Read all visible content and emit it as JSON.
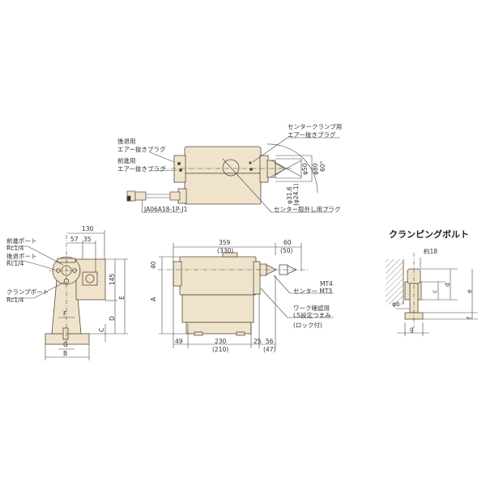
{
  "colors": {
    "body_fill": "#efe3cc",
    "line": "#5a4a3a",
    "dim_line": "#444444",
    "hatch": "#7a6a5a"
  },
  "top_view": {
    "labels": {
      "retract_label_1": "後退用",
      "retract_label_2": "エアー抜きプラグ",
      "advance_label_1": "前進用",
      "advance_label_2": "エアー抜きプラグ",
      "center_clamp_1": "センタークランプ用",
      "center_clamp_2": "エアー抜きプラグ",
      "center_removal": "センター取外し用プラグ",
      "connector": "JA06A18-1P-J1"
    },
    "dims": {
      "d50": "φ50",
      "d80": "φ80",
      "angle": "60°",
      "d31": "φ31.6",
      "d24": "(φ24.1)"
    }
  },
  "side_view": {
    "labels": {
      "advance_port_1": "前進ポート",
      "advance_port_2": "Rc1/4",
      "retract_port_1": "後退ポート",
      "retract_port_2": "Rc1/4",
      "clamp_port_1": "クランプポート",
      "clamp_port_2": "Rc1/4"
    },
    "dims": {
      "w130": "130",
      "w57": "57",
      "w35": "35",
      "h145": "145",
      "E": "E",
      "D": "D",
      "C": "C",
      "F": "F",
      "G": "G",
      "B": "B"
    }
  },
  "front_view": {
    "labels": {
      "mt4": "MT4",
      "center_mt3": "センター MT3",
      "work_confirm_1": "ワーク確認用",
      "work_confirm_2": "LS設定つまみ",
      "work_confirm_3": "(ロック付)"
    },
    "dims": {
      "w359": "359",
      "w330": "(330)",
      "w60": "60",
      "w50": "(50)",
      "h40": "40",
      "A": "A",
      "w49": "49",
      "w230": "230",
      "w210": "(210)",
      "w25": "25",
      "w56": "56",
      "w47": "(47)"
    }
  },
  "bolt_view": {
    "title": "クランピングボルト",
    "dims": {
      "approx18": "約18",
      "c": "c",
      "d": "d",
      "e": "e",
      "f": "f",
      "phib": "φb",
      "g": "g"
    }
  }
}
